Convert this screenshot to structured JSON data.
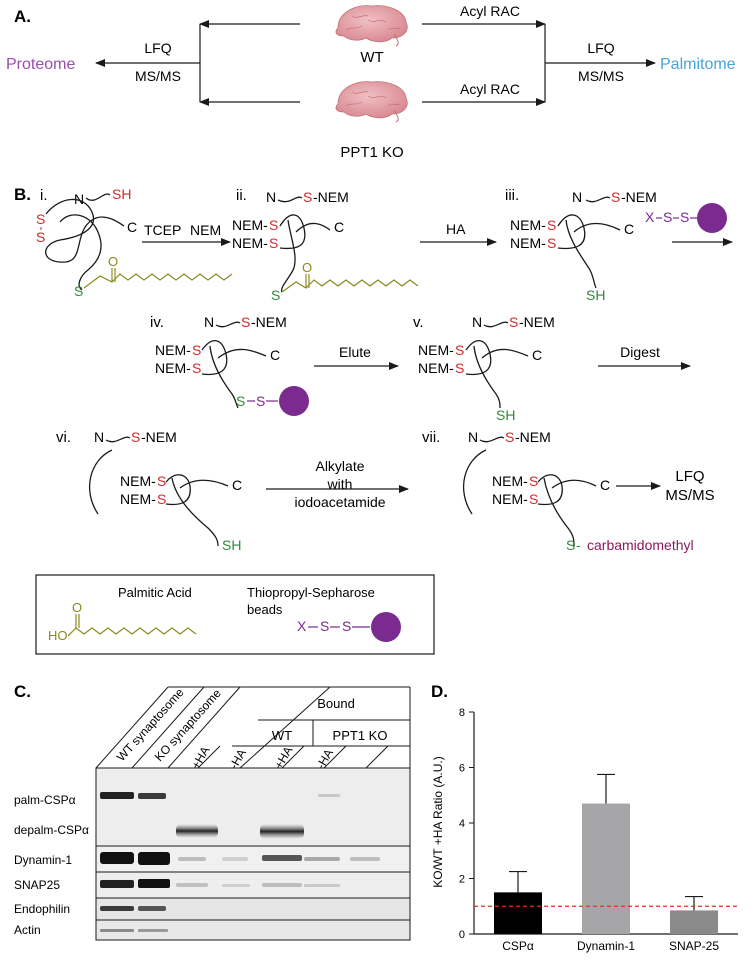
{
  "colors": {
    "red": "#d42a2a",
    "green": "#2f8a3c",
    "olive": "#8a8a1e",
    "purple": "#7b2a8f",
    "proteome": "#9b4db0",
    "palmitome": "#4aa3d8",
    "carbamidomethyl": "#8b1a5e",
    "brain": "#e8a7ac"
  },
  "panel_a": {
    "label": "A.",
    "wt": "WT",
    "ko": "PPT1 KO",
    "acyl_rac_top": "Acyl RAC",
    "acyl_rac_bottom": "Acyl RAC",
    "lfq_left": "LFQ",
    "msms_left": "MS/MS",
    "lfq_right": "LFQ",
    "msms_right": "MS/MS",
    "proteome": "Proteome",
    "palmitome": "Palmitome"
  },
  "panel_b": {
    "label": "B.",
    "steps": [
      "i.",
      "ii.",
      "iii.",
      "iv.",
      "v.",
      "vi.",
      "vii."
    ],
    "N": "N",
    "C": "C",
    "SH": "SH",
    "S": "S",
    "NEM": "-NEM",
    "NEM_prefix": "NEM-",
    "tcep": "TCEP",
    "nem_reagent": "NEM",
    "ha": "HA",
    "elute": "Elute",
    "digest": "Digest",
    "alkylate_1": "Alkylate",
    "alkylate_2": "with",
    "alkylate_3": "iodoacetamide",
    "lfq": "LFQ",
    "msms": "MS/MS",
    "carbamidomethyl": "carbamidomethyl",
    "O": "O",
    "X": "X",
    "legend_palmitic": "Palmitic Acid",
    "legend_beads_1": "Thiopropyl-Sepharose",
    "legend_beads_2": "beads",
    "legend_HO": "HO"
  },
  "panel_c": {
    "label": "C.",
    "columns": [
      "WT synaptosome",
      "KO synaptosome",
      "+HA",
      "-HA",
      "+HA",
      "-HA"
    ],
    "bound": "Bound",
    "wt": "WT",
    "ko": "PPT1 KO",
    "rows": [
      "palm-CSPα",
      "depalm-CSPα",
      "Dynamin-1",
      "SNAP25",
      "Endophilin",
      "Actin"
    ]
  },
  "panel_d": {
    "label": "D.",
    "ylabel": "KO/WT +HA Ratio (A.U.)"
  },
  "chart_data": {
    "type": "bar",
    "categories": [
      "CSPα",
      "Dynamin-1",
      "SNAP-25"
    ],
    "values": [
      1.5,
      4.7,
      0.85
    ],
    "errors": [
      0.75,
      1.05,
      0.5
    ],
    "bar_colors": [
      "#000000",
      "#a6a6a8",
      "#8a8a8a"
    ],
    "reference_line": 1,
    "reference_color": "#e0301e",
    "ylim": [
      0,
      8
    ],
    "yticks": [
      0,
      2,
      4,
      6,
      8
    ],
    "ylabel": "KO/WT +HA Ratio (A.U.)",
    "xlabel": ""
  }
}
